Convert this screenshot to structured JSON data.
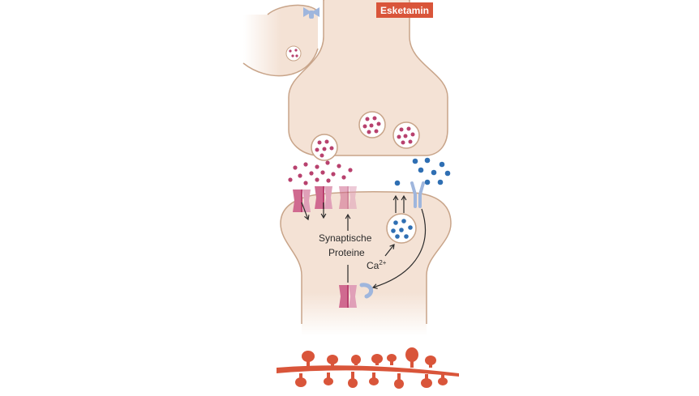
{
  "diagram": {
    "drug_label": "Esketamin",
    "protein_label_line1": "Synaptische",
    "protein_label_line2": "Proteine",
    "ion_label": "Ca",
    "ion_charge": "2+"
  },
  "colors": {
    "cell": "#f4e2d5",
    "cell_outline": "#c8a489",
    "drug": "#d9553a",
    "glutamate": "#b8416e",
    "bdnf": "#2f6fb3",
    "receptor_blue": "#9fb6dd",
    "ampa": "#d06a90",
    "dendrite": "#d9553a"
  }
}
